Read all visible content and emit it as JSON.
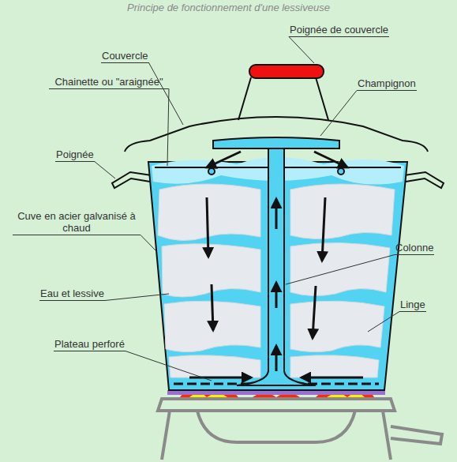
{
  "diagram": {
    "title": "Principe de fonctionnement d'une lessiveuse",
    "labels": [
      "Poignée de couvercle",
      "Couvercle",
      "Chainette ou \"araignée\"",
      "Champignon",
      "Poignée",
      "Cuve en acier galvanisé à chaud",
      "Eau et lessive",
      "Colonne",
      "Linge",
      "Plateau perforé"
    ]
  }
}
